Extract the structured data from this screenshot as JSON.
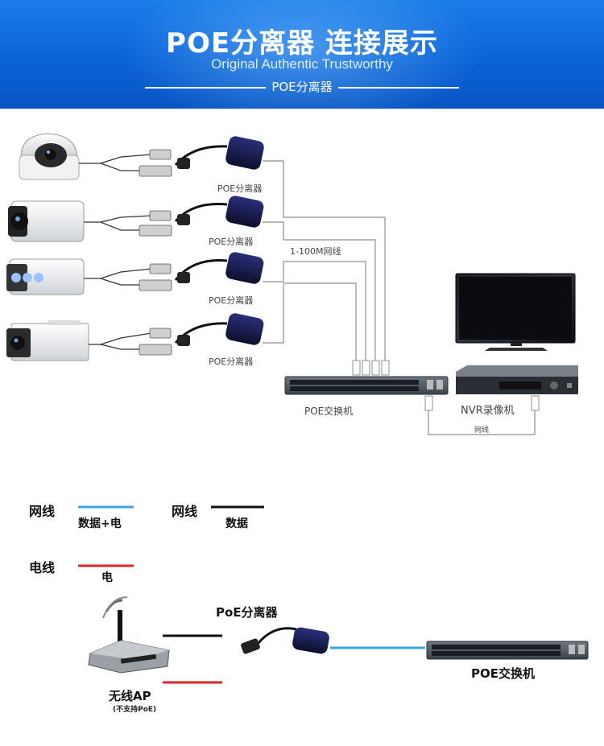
{
  "banner": {
    "title": "POE分离器  连接展示",
    "subtitle": "Original Authentic Trustworthy",
    "tag": "POE分离器"
  },
  "topology": {
    "splitter_labels": [
      "POE分离器",
      "POE分离器",
      "POE分离器",
      "POE分离器"
    ],
    "cable_label": "1-100M网线",
    "switch_label": "POE交换机",
    "nvr_label": "NVR录像机",
    "link_label": "网线",
    "cameras": [
      "dome-camera",
      "bullet-camera",
      "bullet-camera",
      "bullet-camera"
    ]
  },
  "legend": {
    "items": [
      {
        "label": "网线",
        "desc": "数据+电",
        "color": "#3aa7e0"
      },
      {
        "label": "网线",
        "desc": "数据",
        "color": "#111111"
      },
      {
        "label": "电线",
        "desc": "电",
        "color": "#d42a2a"
      }
    ]
  },
  "ap_example": {
    "splitter_label": "PoE分离器",
    "ap_label": "无线AP",
    "ap_note": "(不支持PoE)",
    "switch_label": "POE交换机"
  },
  "colors": {
    "banner": "#0b63d6",
    "data_power": "#3aa7e0",
    "data": "#111111",
    "power": "#d42a2a"
  }
}
